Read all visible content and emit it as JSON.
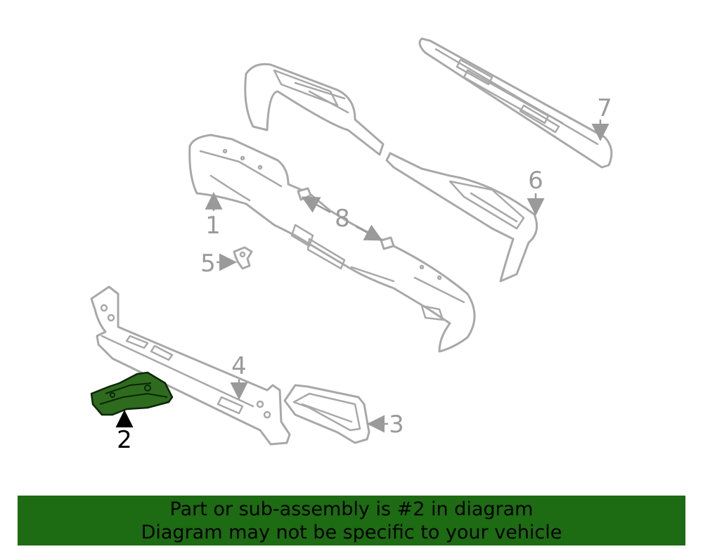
{
  "callouts": [
    {
      "id": "1",
      "label": "1",
      "active": false
    },
    {
      "id": "2",
      "label": "2",
      "active": true
    },
    {
      "id": "3",
      "label": "3",
      "active": false
    },
    {
      "id": "4",
      "label": "4",
      "active": false
    },
    {
      "id": "5",
      "label": "5",
      "active": false
    },
    {
      "id": "6",
      "label": "6",
      "active": false
    },
    {
      "id": "7",
      "label": "7",
      "active": false
    },
    {
      "id": "8",
      "label": "8",
      "active": false
    }
  ],
  "banner": {
    "line1": "Part or sub-assembly is #2 in diagram",
    "line2": "Diagram may not be specific to your vehicle",
    "color": "#1d6b12"
  },
  "colors": {
    "outline": "#a8a8a8",
    "highlight_fill": "#2e6b1e"
  }
}
